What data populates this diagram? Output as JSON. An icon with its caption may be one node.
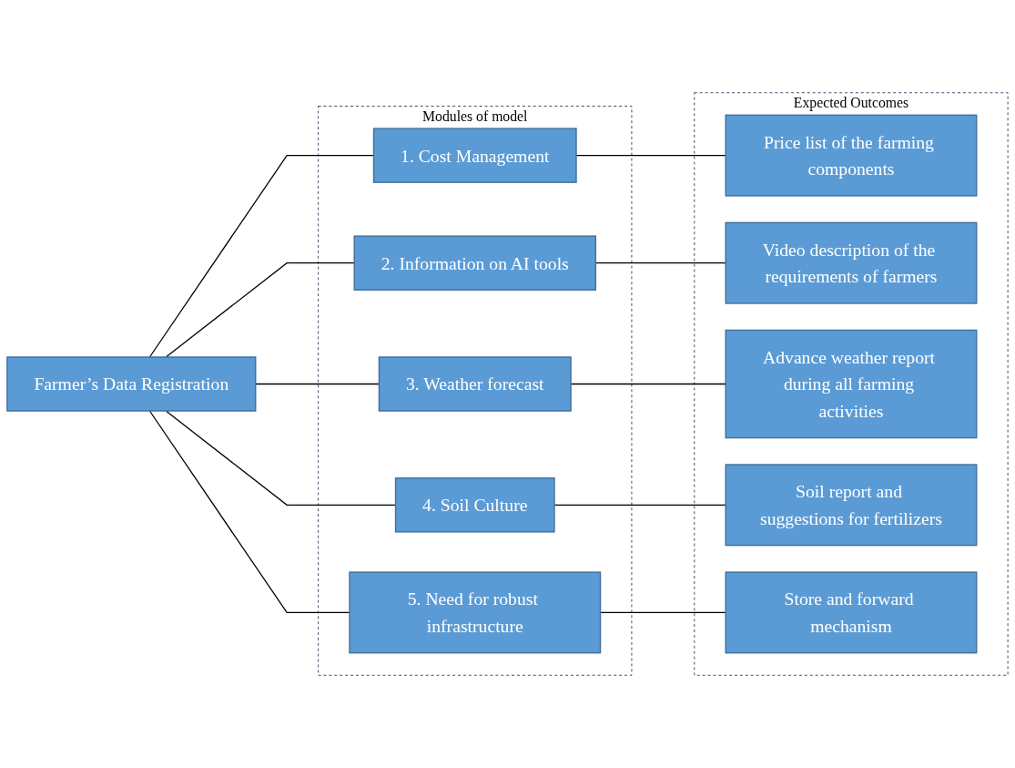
{
  "diagram": {
    "nodes": [
      {
        "text": [
          "Farmer’s Data Registration"
        ]
      },
      {
        "text": [
          "Modules of model"
        ]
      },
      {
        "text": [
          "1. Cost Management"
        ],
        "in": 1
      },
      {
        "text": [
          "2. Information on AI tools"
        ],
        "in": 1
      },
      {
        "text": [
          "3. Weather forecast"
        ],
        "in": 1
      },
      {
        "text": [
          "4. Soil Culture"
        ],
        "in": 1
      },
      {
        "text": [
          "5. Need for robust infrastructure"
        ],
        "in": 1
      },
      {
        "text": [
          "Expected Outcomes"
        ]
      },
      {
        "text": [
          "Price list of the farming components"
        ],
        "in": 7
      },
      {
        "text": [
          "Video description of the requirements of farmers"
        ],
        "in": 7
      },
      {
        "text": [
          "Advance weather report during all farming activities"
        ],
        "in": 7
      },
      {
        "text": [
          "Soil report and suggestions for fertilizers"
        ],
        "in": 7
      },
      {
        "text": [
          "Store and forward mechanism"
        ],
        "in": 7
      }
    ],
    "edges": [
      {
        "from": 0,
        "to": 2,
        "arrow": "none"
      },
      {
        "from": 0,
        "to": 3,
        "arrow": "none"
      },
      {
        "from": 0,
        "to": 4,
        "arrow": "none"
      },
      {
        "from": 0,
        "to": 5,
        "arrow": "none"
      },
      {
        "from": 0,
        "to": 6,
        "arrow": "none"
      },
      {
        "from": 2,
        "to": 8,
        "arrow": "none"
      },
      {
        "from": 3,
        "to": 9,
        "arrow": "none"
      },
      {
        "from": 4,
        "to": 10,
        "arrow": "none"
      },
      {
        "from": 5,
        "to": 11,
        "arrow": "none"
      },
      {
        "from": 6,
        "to": 12,
        "arrow": "none"
      }
    ]
  }
}
